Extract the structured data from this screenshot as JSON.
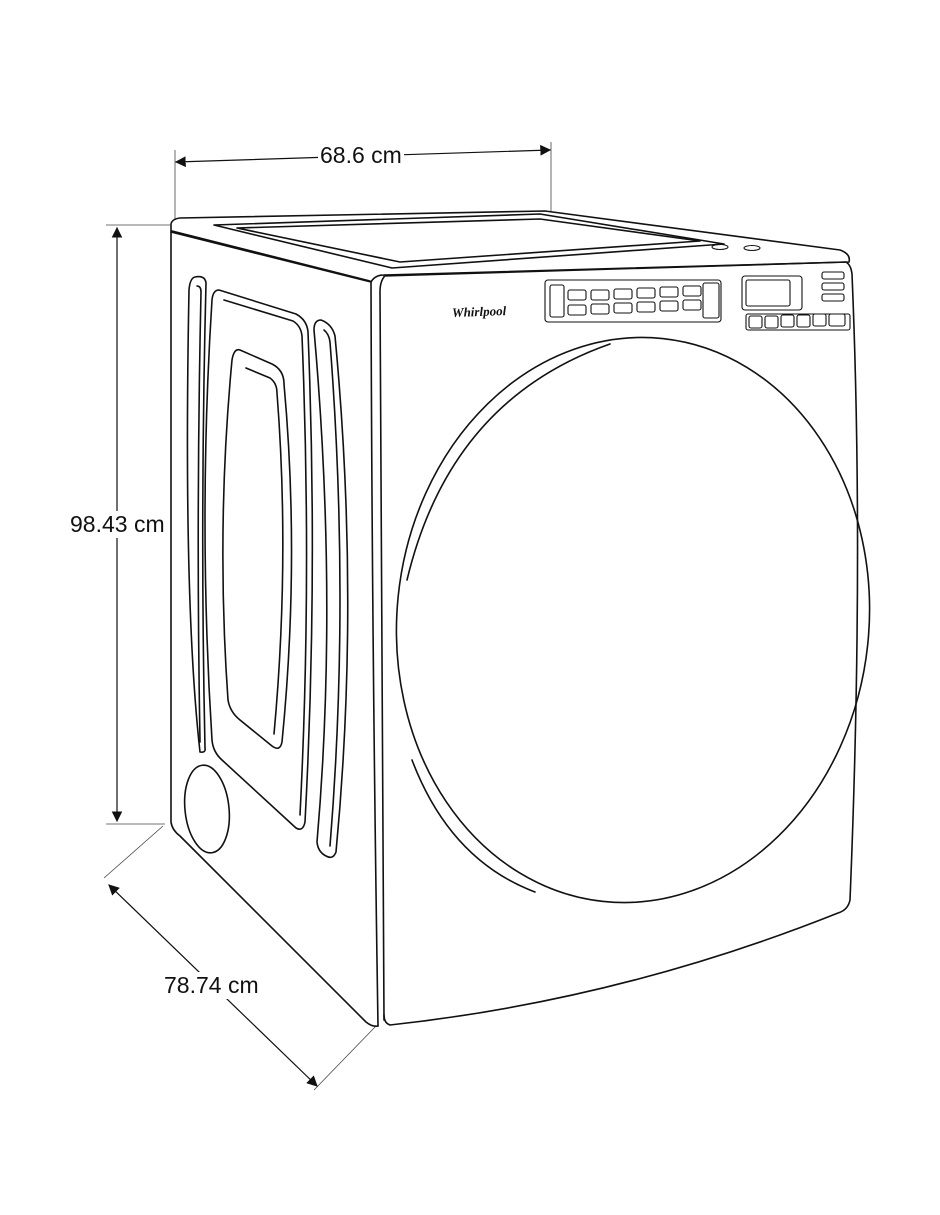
{
  "dimensions": {
    "width": "68.6 cm",
    "height": "98.43 cm",
    "depth": "78.74 cm"
  },
  "brand": {
    "logo_text": "Whirlpool"
  },
  "colors": {
    "line": "#111111",
    "background": "#ffffff"
  }
}
